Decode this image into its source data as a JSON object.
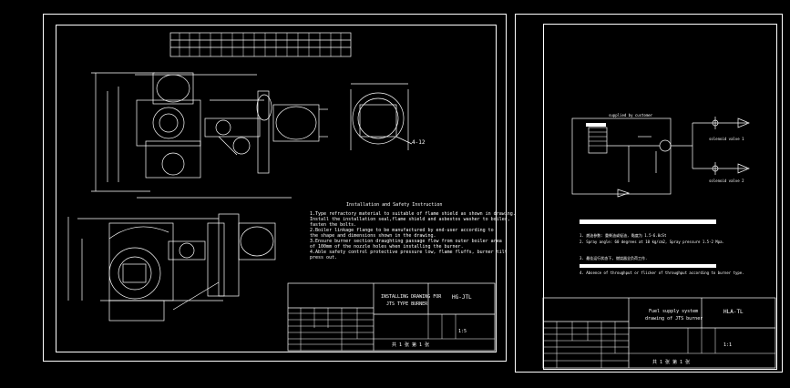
{
  "left_sheet": {
    "notes_title": "Installation and Safety Instruction",
    "notes": [
      "1.Type refractory material to suitable of flame shield as shown in drawing.",
      "Install the installation seal,flame shield and asbestos washer to boiler,",
      "fasten the bolts.",
      "2.Boiler linkage flange to be manufactured by end-user according to",
      "the shape and dimensions shown in the drawing.",
      "3.Ensure burner section draughting passage flow from outer boiler area",
      "of 100mm of the nozzle holes when installing the burner.",
      "4.Able safety control protective pressure low, flame fluffs, burner tilt",
      "press out."
    ],
    "dim_label_right": "4-12",
    "title_block": {
      "title_en_1": "INSTALLING DRAWING FOR",
      "title_en_2": "JTS TYPE BURNER",
      "code": "HG-JTL",
      "scale": "1:5",
      "sheet": "共 1 张 第 1 张"
    }
  },
  "right_sheet": {
    "label_top": "supplied by customer",
    "valve_1_label": "solenoid valve 1",
    "valve_2_label": "solenoid valve 2",
    "notes": [
      "1. 燃油参数: 重柴油或轻油, 黏度为 1.5-6.0cSt",
      "2. Spray angle: 60 degrees at 10 kg/cm2, Spray pressure 1.5-2 Mpa.",
      "3. 最佳运行状态下, 燃烧器全负荷工作.",
      "4. Absence of throughput or flicker of throughput according to burner type."
    ],
    "title_block": {
      "title_en_1": "Fuel supply system",
      "title_en_2": "drawing of JTS burner",
      "code": "HLA-TL",
      "scale": "1:1",
      "sheet": "共 1 张 第 1 张"
    }
  }
}
